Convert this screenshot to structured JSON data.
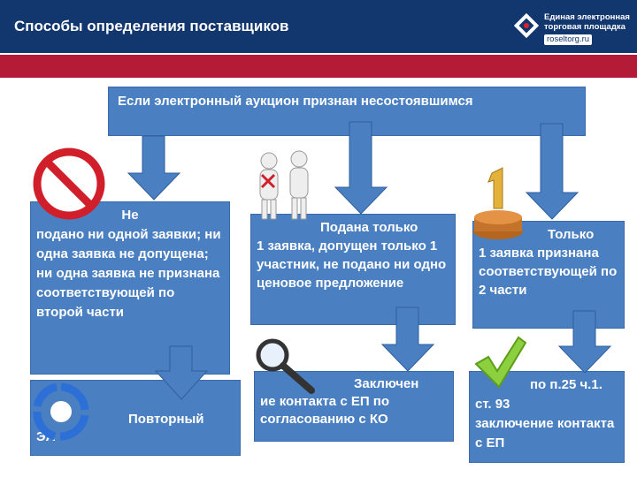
{
  "header": {
    "title": "Способы определения поставщиков",
    "logo_line1": "Единая электронная",
    "logo_line2": "торговая площадка",
    "logo_site": "roseltorg.ru"
  },
  "top_box": {
    "text": "Если электронный аукцион признан несостоявшимся"
  },
  "box_a": {
    "line1": "Не",
    "text": "подано ни одной заявки; ни одна заявка не допущена; ни одна заявка не признана соответствующей по второй части"
  },
  "box_b": {
    "line1": "Подана только",
    "text": "1 заявка, допущен только 1 участник, не подано ни одно ценовое предложение"
  },
  "box_c": {
    "line1": "Только",
    "text": "1 заявка признана соответствующей по 2 части"
  },
  "box_d": {
    "line1": "Повторный",
    "line2": "ЭА"
  },
  "box_e": {
    "line1": "Заключен",
    "text": "ие контакта с ЕП по согласованию с КО"
  },
  "box_f": {
    "line1": "по п.25 ч.1.",
    "line2": "ст. 93",
    "text": "заключение контакта с ЕП"
  },
  "colors": {
    "header": "#12366e",
    "band": "#b31b36",
    "box": "#4a7fc1",
    "arrow": "#4a7fc1"
  },
  "icons": [
    "prohibition-icon",
    "people-cross-icon",
    "first-place-medal-icon",
    "magnifier-icon",
    "checkmark-icon",
    "refresh-cycle-icon"
  ]
}
